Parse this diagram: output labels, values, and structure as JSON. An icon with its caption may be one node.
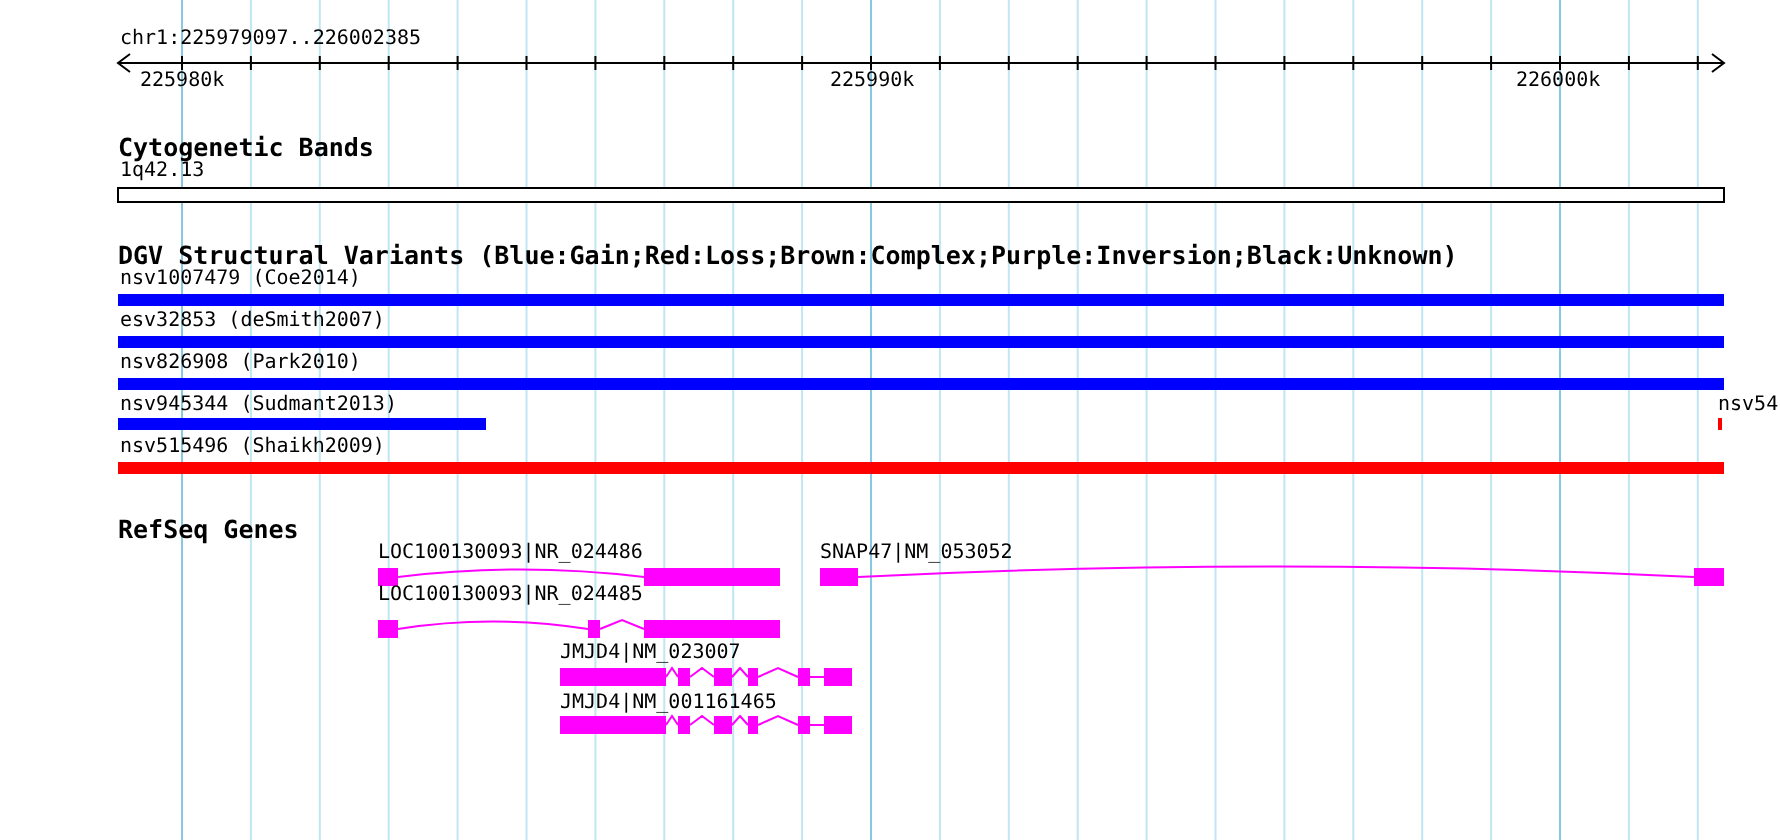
{
  "diagram": {
    "labels": [
      "chr1:225979097..226002385",
      "225980k",
      "225990k",
      "226000k",
      "Cytogenetic Bands",
      "1q42.13",
      "DGV Structural Variants (Blue:Gain;Red:Loss;Brown:Complex;Purple:Inversion;Black:Unknown)",
      "nsv1007479 (Coe2014)",
      "esv32853 (deSmith2007)",
      "nsv826908 (Park2010)",
      "nsv945344 (Sudmant2013)",
      "nsv54",
      "nsv515496 (Shaikh2009)",
      "RefSeq Genes",
      "LOC100130093|NR_024486",
      "SNAP47|NM_053052",
      "LOC100130093|NR_024485",
      "JMJD4|NM_023007",
      "JMJD4|NM_001161465"
    ]
  }
}
